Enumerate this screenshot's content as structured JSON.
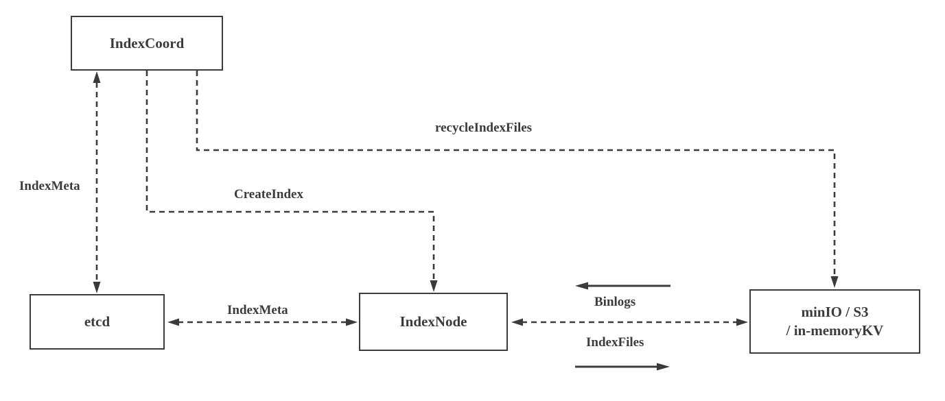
{
  "diagram": {
    "background_color": "#ffffff",
    "line_color": "#3b3b3b",
    "nodes": {
      "indexcoord": {
        "label": "IndexCoord"
      },
      "etcd": {
        "label": "etcd"
      },
      "indexnode": {
        "label": "IndexNode"
      },
      "storage": {
        "label_line1": "minIO / S3",
        "label_line2": "/ in-memoryKV"
      }
    },
    "edges": {
      "indexmeta_coord_etcd": {
        "label": "IndexMeta",
        "from": "IndexCoord",
        "to": "etcd",
        "line_style": "dashed",
        "arrows": "both-ends"
      },
      "createindex": {
        "label": "CreateIndex",
        "from": "IndexCoord",
        "to": "IndexNode",
        "line_style": "dashed",
        "arrows": "to-end"
      },
      "recycleindexfiles": {
        "label": "recycleIndexFiles",
        "from": "IndexCoord",
        "to": "minIO / S3 / in-memoryKV",
        "line_style": "dashed",
        "arrows": "to-end"
      },
      "indexmeta_etcd_indexnode": {
        "label": "IndexMeta",
        "from": "etcd",
        "to": "IndexNode",
        "line_style": "dashed",
        "arrows": "both-ends"
      },
      "indexnode_storage": {
        "from": "IndexNode",
        "to": "minIO / S3 / in-memoryKV",
        "line_style": "dashed",
        "arrows": "both-ends"
      },
      "binlogs": {
        "label": "Binlogs",
        "from": "minIO / S3 / in-memoryKV",
        "to": "IndexNode",
        "line_style": "solid",
        "arrows": "left"
      },
      "indexfiles": {
        "label": "IndexFiles",
        "from": "IndexNode",
        "to": "minIO / S3 / in-memoryKV",
        "line_style": "solid",
        "arrows": "right"
      }
    }
  }
}
